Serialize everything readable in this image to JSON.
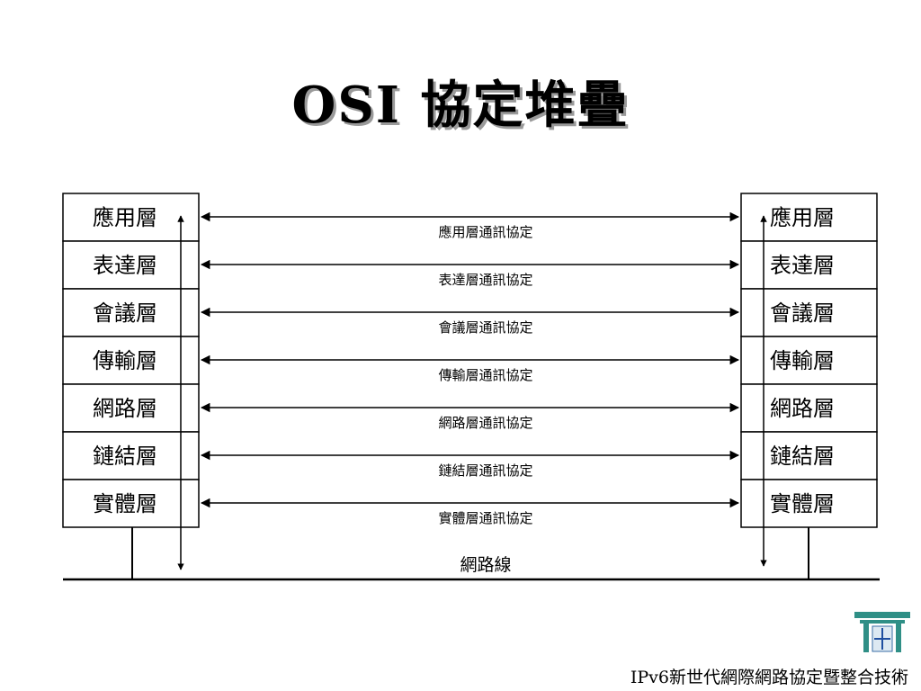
{
  "slide": {
    "title": "OSI 協定堆疊",
    "footer": "IPv6新世代網際網路協定暨整合技術"
  },
  "layers": [
    "應用層",
    "表達層",
    "會議層",
    "傳輸層",
    "網路層",
    "鏈結層",
    "實體層"
  ],
  "protocols": [
    "應用層通訊協定",
    "表達層通訊協定",
    "會議層通訊協定",
    "傳輸層通訊協定",
    "網路層通訊協定",
    "鏈結層通訊協定",
    "實體層通訊協定"
  ],
  "network_label": "網路線",
  "icons": [
    "logo-icon"
  ]
}
